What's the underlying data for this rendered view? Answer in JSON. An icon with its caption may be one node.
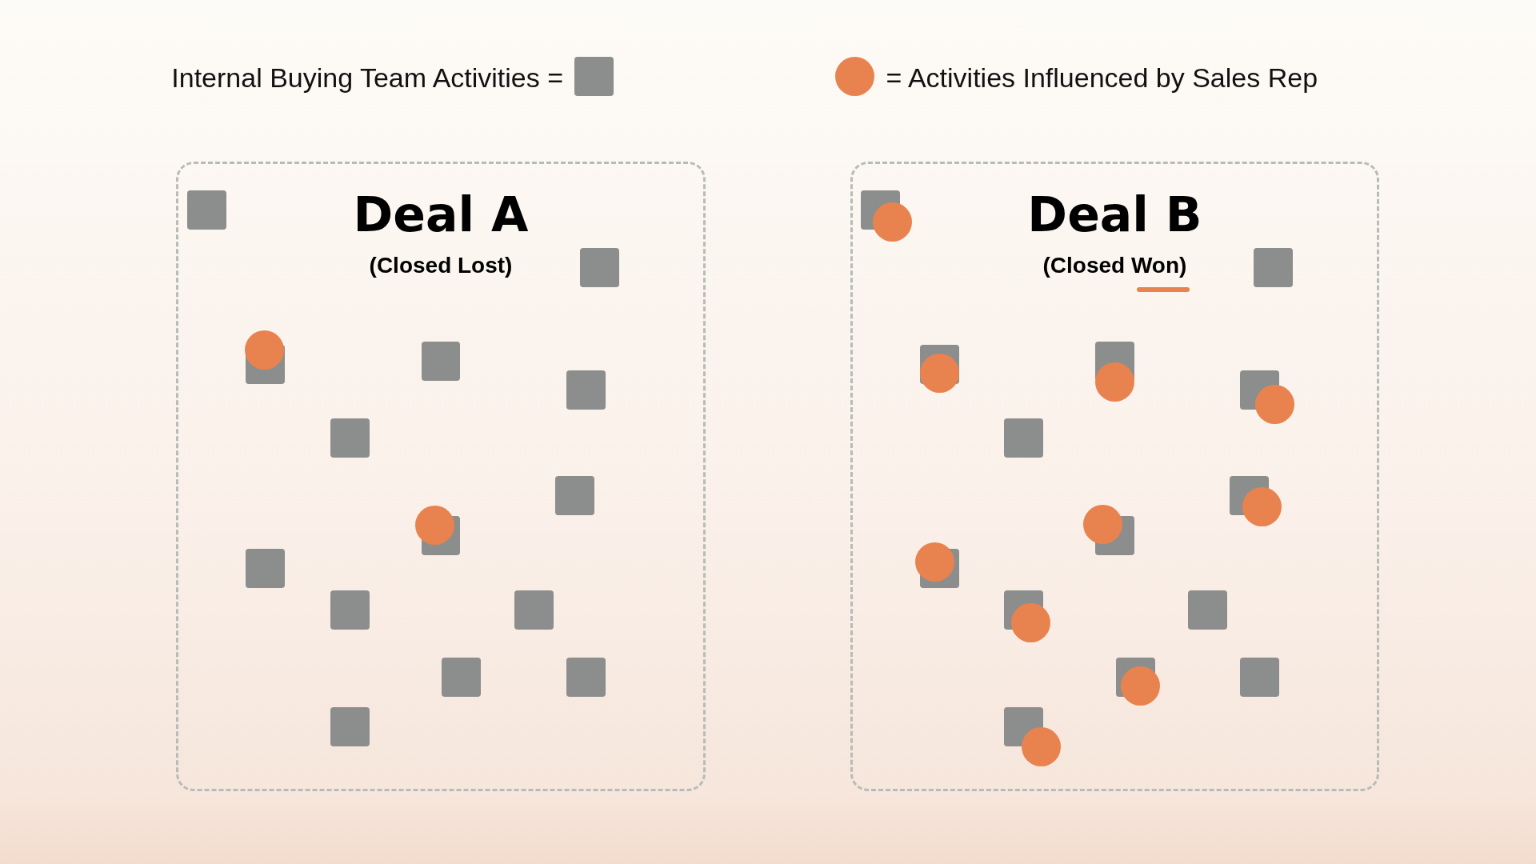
{
  "diagram": {
    "nodes": [
      {
        "text": [
          "Deal A",
          "(Closed Lost)"
        ]
      },
      {
        "text": [
          "Deal B",
          "(Closed Won)"
        ]
      }
    ],
    "legend": [
      {
        "text": "Internal Buying Team Activities =",
        "color": "#8b8e8c"
      },
      {
        "text": "= Activities Influenced by Sales Rep",
        "color": "#e8834f"
      }
    ]
  }
}
